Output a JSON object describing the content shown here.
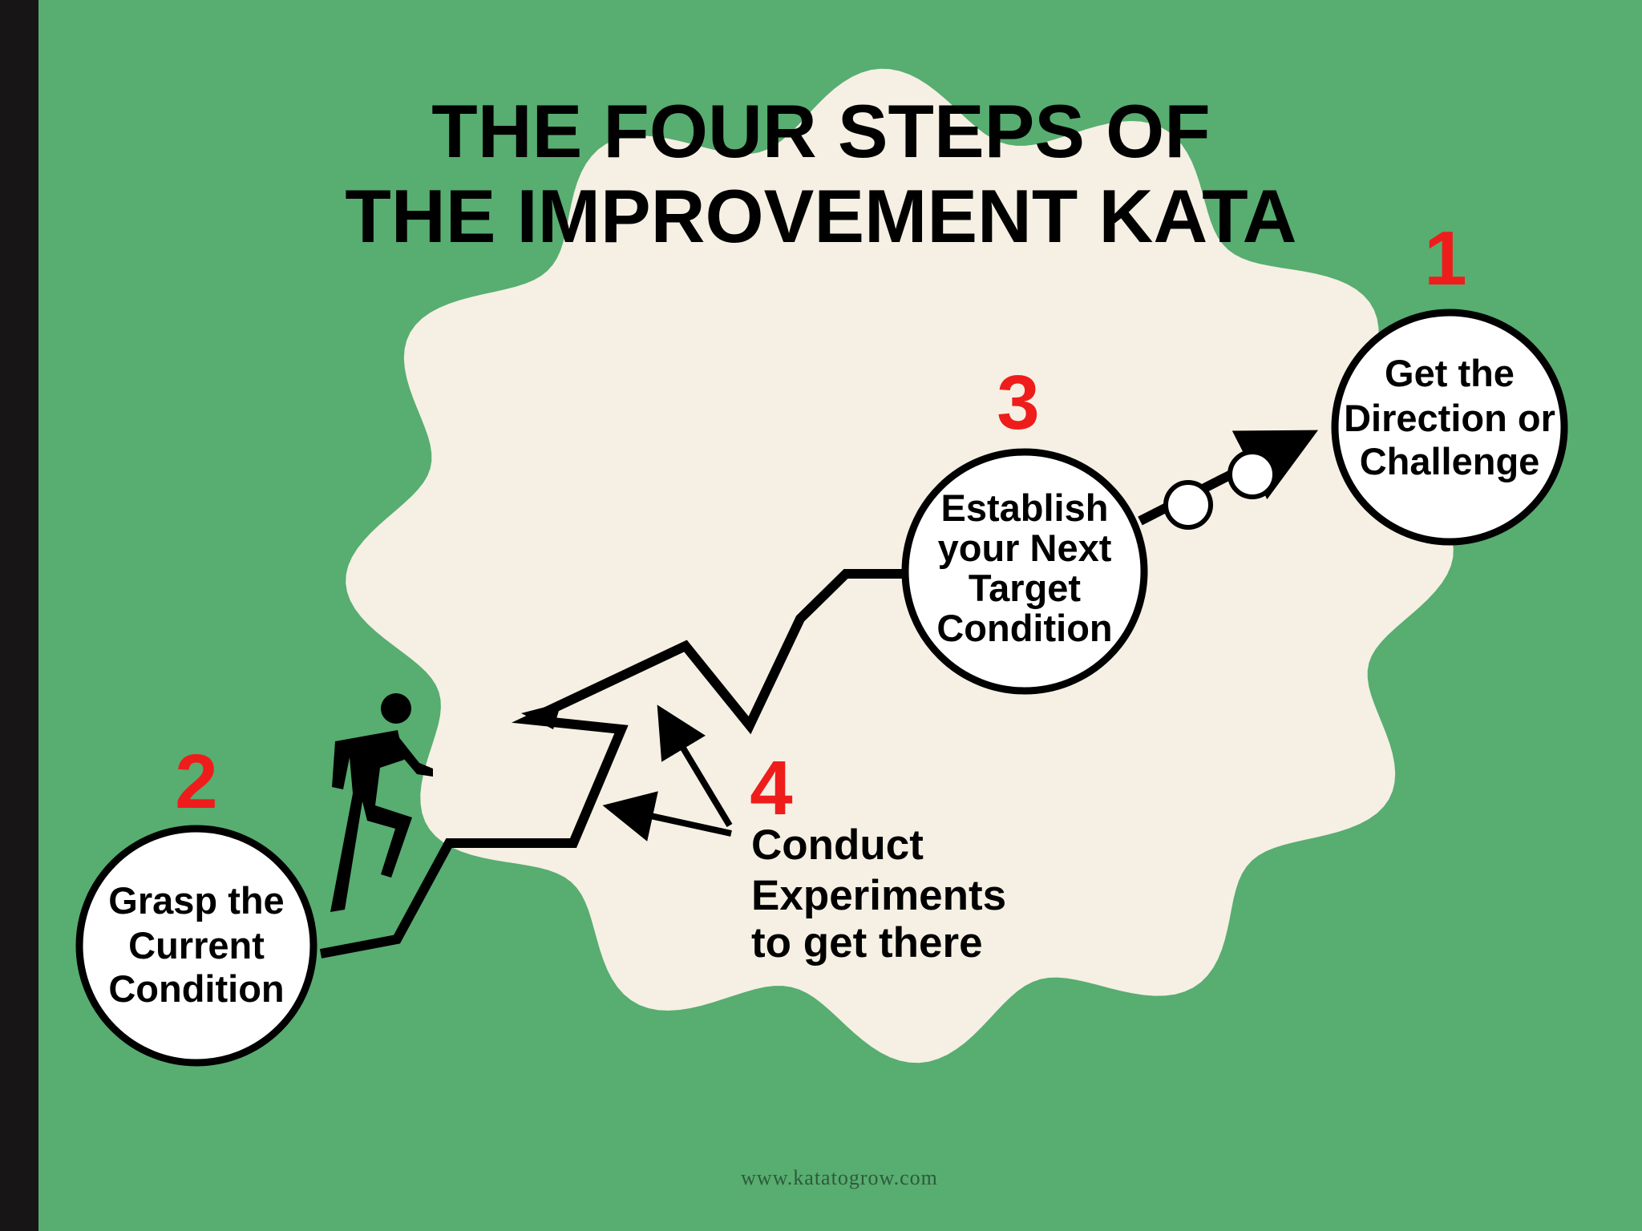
{
  "title": {
    "line1": "THE FOUR STEPS OF",
    "line2": "THE IMPROVEMENT KATA"
  },
  "steps": [
    {
      "number": "1",
      "lines": [
        "Get the",
        "Direction or",
        "Challenge"
      ]
    },
    {
      "number": "2",
      "lines": [
        "Grasp the",
        "Current",
        "Condition"
      ]
    },
    {
      "number": "3",
      "lines": [
        "Establish",
        "your Next",
        "Target",
        "Condition"
      ]
    },
    {
      "number": "4",
      "lines": [
        "Conduct",
        "Experiments",
        "to get there"
      ]
    }
  ],
  "footer": "www.katatogrow.com",
  "icons": {
    "figure": "walking-person-icon",
    "arrowhead": "arrowhead-icon",
    "stepping_stone": "stepping-stone-icon"
  },
  "colors": {
    "background": "#58ad71",
    "cloud": "#f5f0e3",
    "step_number": "#ef1c1c",
    "ink": "#000000",
    "left_bar": "#171515"
  }
}
